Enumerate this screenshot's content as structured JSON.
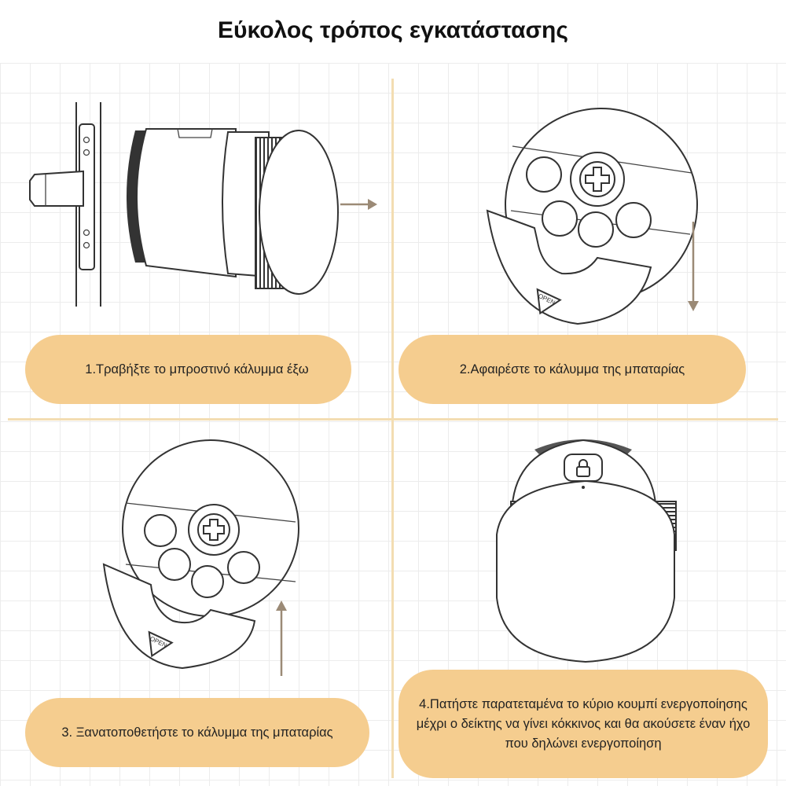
{
  "title": "Εύκολος τρόπος εγκατάστασης",
  "steps": [
    {
      "text": "1.Τραβήξτε το μπροστινό κάλυμμα έξω"
    },
    {
      "text": "2.Αφαιρέστε το κάλυμμα της μπαταρίας"
    },
    {
      "text": "3. Ξανατοποθετήστε το κάλυμμα της μπαταρίας"
    },
    {
      "text": "4.Πατήστε παρατεταμένα το κύριο κουμπί ενεργοποίησης μέχρι ο δείκτης να γίνει κόκκινος και θα ακούσετε έναν ήχο που δηλώνει ενεργοποίηση"
    }
  ],
  "cover_label": "OPEN",
  "colors": {
    "pill": "#f5cd8f",
    "divider": "#f3ddb2",
    "arrow": "#9b8a76",
    "line": "#333333"
  },
  "icons": [
    "lock-icon",
    "cross-screw-icon",
    "arrow-right-icon",
    "arrow-down-icon",
    "arrow-up-icon"
  ]
}
